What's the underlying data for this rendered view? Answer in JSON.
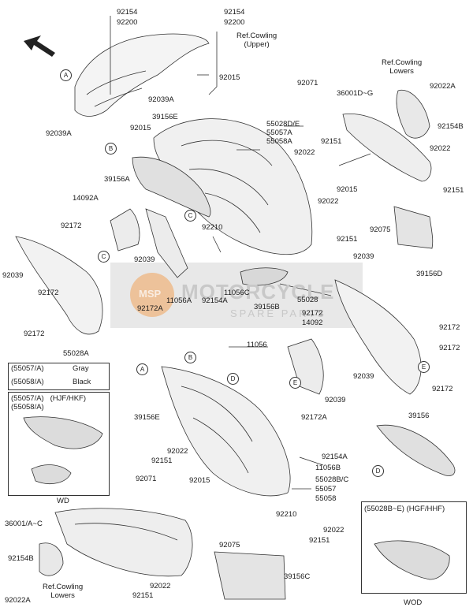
{
  "parts": {
    "p92154_top_a": "92154",
    "p92200_top_a": "92200",
    "p92154_top_b": "92154",
    "p92200_top_b": "92200",
    "ref_cowling_upper": "Ref.Cowling\n(Upper)",
    "p92015_a": "92015",
    "p92039A_a": "92039A",
    "p92039A_b": "92039A",
    "p92015_b": "92015",
    "p92071_a": "92071",
    "p36001DG": "36001D~G",
    "ref_cowling_lowers_top": "Ref.Cowling\nLowers",
    "p92022A_top": "92022A",
    "p92154B_top": "92154B",
    "p39156E_a": "39156E",
    "p55028DE": "55028D/E",
    "p55057A": "55057A",
    "p55058A": "55058A",
    "p92022_a": "92022",
    "p92151_a": "92151",
    "p92022_b": "92022",
    "p92151_b": "92151",
    "p39156A": "39156A",
    "p92015_c": "92015",
    "p14092A": "14092A",
    "p92022_c": "92022",
    "p92172_a": "92172",
    "p92210_a": "92210",
    "p92151_c": "92151",
    "p92075_a": "92075",
    "p92039_a": "92039",
    "p92039_b": "92039",
    "p92039_c": "92039",
    "p39156D": "39156D",
    "p92172_b": "92172",
    "p11056C": "11056C",
    "p92172A_a": "92172A",
    "p11056A": "11056A",
    "p92154A_a": "92154A",
    "p39156B": "39156B",
    "p55028": "55028",
    "p92172_c": "92172",
    "p92172_d": "92172",
    "p14092": "14092",
    "p92172_e": "92172",
    "p55028A": "55028A",
    "p11056": "11056",
    "p92172_f": "92172",
    "p92039_d": "92039",
    "p92172_g": "92172",
    "p92039_e": "92039",
    "p39156E_b": "39156E",
    "p92172A_b": "92172A",
    "p39156": "39156",
    "p92022_d": "92022",
    "p92151_d": "92151",
    "p92154A_b": "92154A",
    "p11056B": "11056B",
    "p92071_b": "92071",
    "p92015_d": "92015",
    "p55028BC": "55028B/C",
    "p55057": "55057",
    "p55058": "55058",
    "p36001AC": "36001/A~C",
    "p92210_b": "92210",
    "p92075_b": "92075",
    "p92022_e": "92022",
    "p92151_e": "92151",
    "p92154B_bot": "92154B",
    "ref_cowling_lowers_bot": "Ref.Cowling\nLowers",
    "p39156C": "39156C",
    "p92022_f": "92022",
    "p92151_f": "92151",
    "p92022A_bot": "92022A"
  },
  "callouts": [
    "A",
    "B",
    "C",
    "C",
    "A",
    "B",
    "D",
    "E",
    "E",
    "D"
  ],
  "legend": {
    "row1_code": "(55057/A)",
    "row1_color": "Gray",
    "row2_code": "(55058/A)",
    "row2_color": "Black",
    "variant_title": "(55057/A)   (HJF/HKF)\n(55058/A)",
    "variant_caption": "WD"
  },
  "inset": {
    "title": "(55028B~E) (HGF/HHF)",
    "caption": "WOD"
  },
  "watermark": {
    "main": "MOTORCYCLE",
    "sub": "SPARE PARTS",
    "logo": "MSP"
  },
  "colors": {
    "line": "#333333",
    "watermark_band": "#d9d9d9",
    "watermark_logo": "#f0a35a"
  }
}
